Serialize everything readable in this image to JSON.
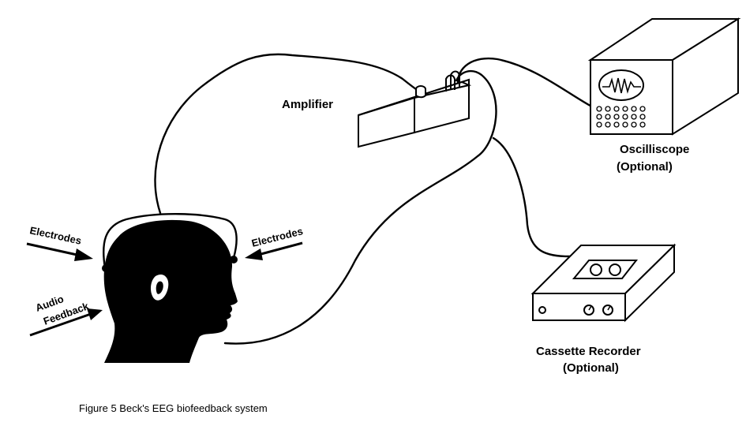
{
  "labels": {
    "amplifier": "Amplifier",
    "oscilloscope": "Oscilliscope",
    "oscilloscope_note": "(Optional)",
    "cassette": "Cassette Recorder",
    "cassette_note": "(Optional)",
    "electrodes_left": "Electrodes",
    "electrodes_right": "Electrodes",
    "audio_line1": "Audio",
    "audio_line2": "Feedback"
  },
  "caption": "Figure 5  Beck's EEG biofeedback system"
}
